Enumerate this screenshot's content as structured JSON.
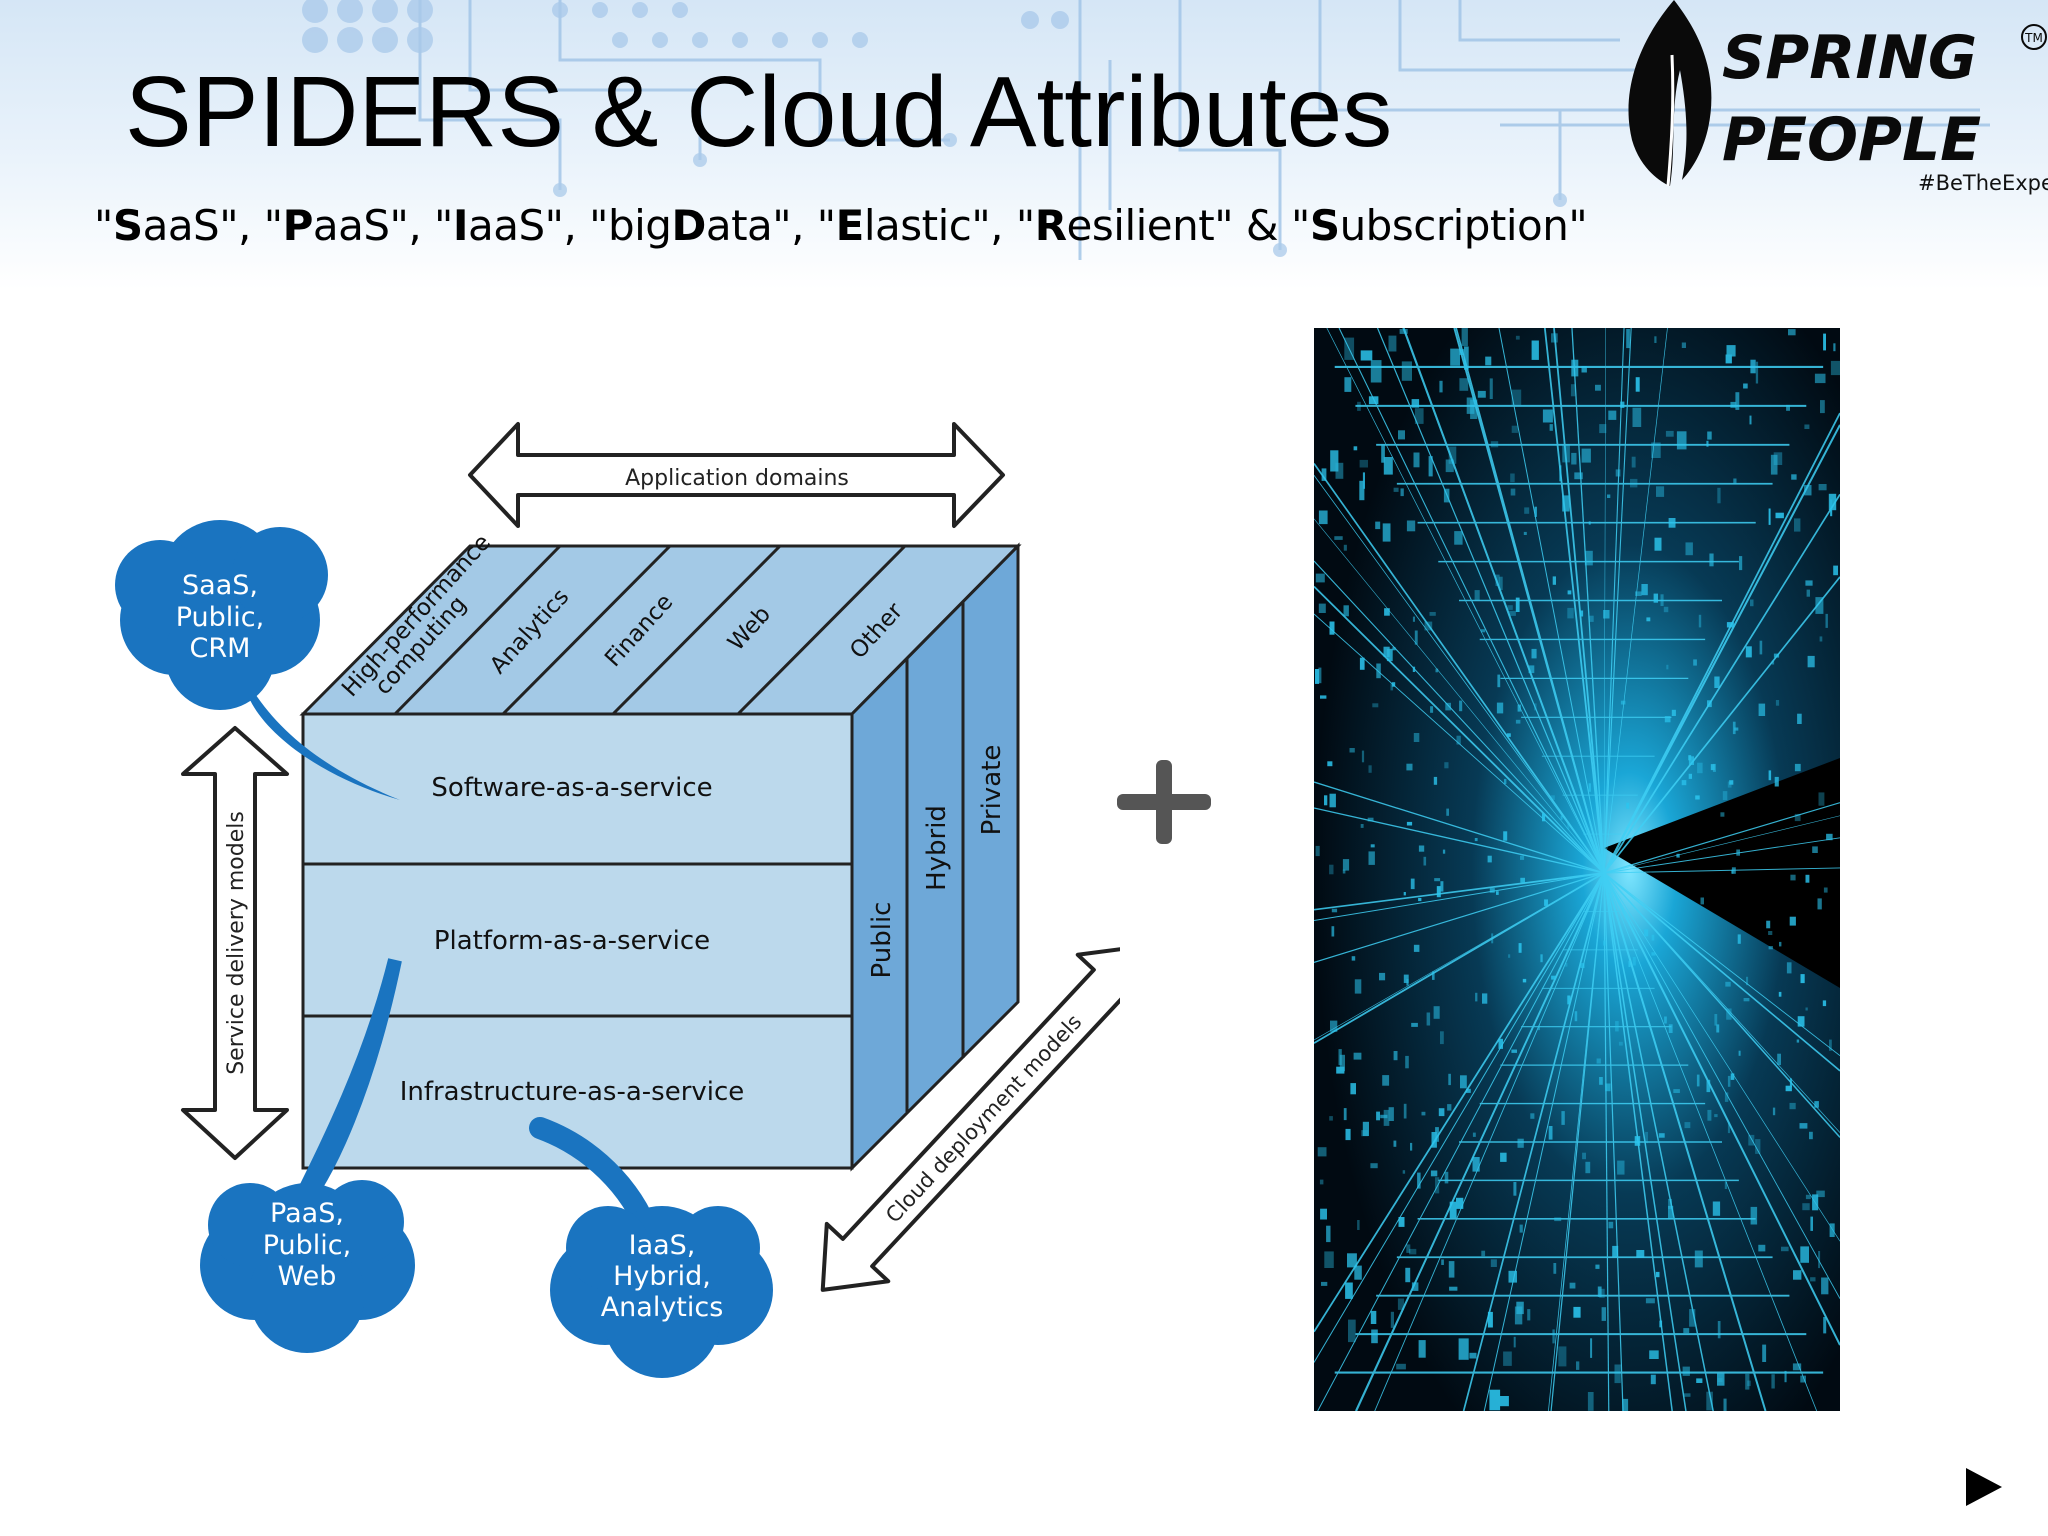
{
  "slide": {
    "title": "SPIDERS & Cloud Attributes",
    "subtitle_parts": [
      {
        "pre": "\"",
        "b": "S",
        "rest": "aaS\", "
      },
      {
        "pre": "\"",
        "b": "P",
        "rest": "aaS\", "
      },
      {
        "pre": "\"",
        "b": "I",
        "rest": "aaS\", "
      },
      {
        "pre": "\"big",
        "b": "D",
        "rest": "ata\", "
      },
      {
        "pre": "\"",
        "b": "E",
        "rest": "lastic\", "
      },
      {
        "pre": "\"",
        "b": "R",
        "rest": "esilient\" & "
      },
      {
        "pre": "\"",
        "b": "S",
        "rest": "ubscription\""
      }
    ],
    "logo": {
      "line1": "SPRING",
      "line2": "PEOPLE",
      "trademark": "TM",
      "tagline": "#BeTheExpert"
    }
  },
  "diagram": {
    "top_axis_label": "Application domains",
    "left_axis_label": "Service delivery models",
    "bottom_axis_label": "Cloud deployment models",
    "domains": [
      "High-performance",
      "computing",
      "Analytics",
      "Finance",
      "Web",
      "Other"
    ],
    "service_layers": [
      "Software-as-a-service",
      "Platform-as-a-service",
      "Infrastructure-as-a-service"
    ],
    "deployment_models": [
      "Public",
      "Hybrid",
      "Private"
    ],
    "callouts": [
      {
        "lines": [
          "SaaS,",
          "Public,",
          "CRM"
        ]
      },
      {
        "lines": [
          "PaaS,",
          "Public,",
          "Web"
        ]
      },
      {
        "lines": [
          "IaaS,",
          "Hybrid,",
          "Analytics"
        ]
      }
    ],
    "colors": {
      "front_face": "#bcd9ec",
      "top_face": "#a3c9e6",
      "side_face": "#6ea8d8",
      "cloud": "#1a74c0",
      "cloud_text": "#ffffff"
    }
  },
  "plus_symbol": "plus-icon",
  "image_description_icon": "matrix-data-tunnel-image",
  "nav": {
    "next_icon": "play-next-icon"
  }
}
